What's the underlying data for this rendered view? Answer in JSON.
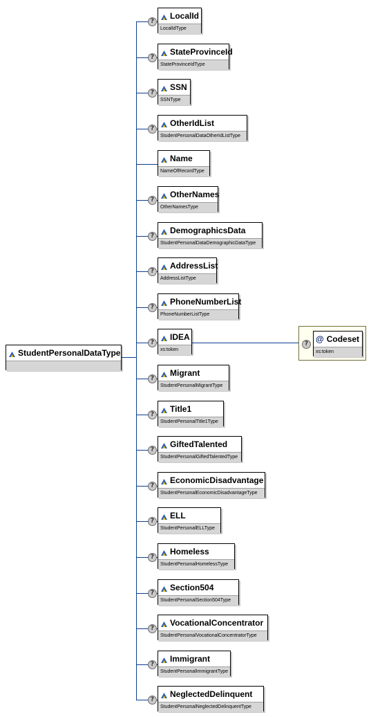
{
  "root": {
    "name": "StudentPersonalDataType"
  },
  "children": [
    {
      "name": "LocalId",
      "type": "LocalIdType",
      "optional": true
    },
    {
      "name": "StateProvinceId",
      "type": "StateProvinceIdType",
      "optional": true
    },
    {
      "name": "SSN",
      "type": "SSNType",
      "optional": true
    },
    {
      "name": "OtherIdList",
      "type": "StudentPersonalDataOtherIdListType",
      "optional": true
    },
    {
      "name": "Name",
      "type": "NameOfRecordType",
      "optional": false
    },
    {
      "name": "OtherNames",
      "type": "OtherNamesType",
      "optional": true
    },
    {
      "name": "DemographicsData",
      "type": "StudentPersonalDataDemographicDataType",
      "optional": true
    },
    {
      "name": "AddressList",
      "type": "AddressListType",
      "optional": true
    },
    {
      "name": "PhoneNumberList",
      "type": "PhoneNumberListType",
      "optional": true
    },
    {
      "name": "IDEA",
      "type": "xs:token",
      "optional": true
    },
    {
      "name": "Migrant",
      "type": "StudentPersonalMigrantType",
      "optional": true
    },
    {
      "name": "Title1",
      "type": "StudentPersonalTitle1Type",
      "optional": true
    },
    {
      "name": "GiftedTalented",
      "type": "StudentPersonalGiftedTalentedType",
      "optional": true
    },
    {
      "name": "EconomicDisadvantage",
      "type": "StudentPersonalEconomicDisadvantageType",
      "optional": true
    },
    {
      "name": "ELL",
      "type": "StudentPersonalELLType",
      "optional": true
    },
    {
      "name": "Homeless",
      "type": "StudentPersonalHomelessType",
      "optional": true
    },
    {
      "name": "Section504",
      "type": "StudentPersonalSection504Type",
      "optional": true
    },
    {
      "name": "VocationalConcentrator",
      "type": "StudentPersonalVocationalConcentratorType",
      "optional": true
    },
    {
      "name": "Immigrant",
      "type": "StudentPersonalImmigrantType",
      "optional": true
    },
    {
      "name": "NeglectedDelinquent",
      "type": "StudentPersonalNeglectedDelinquentType",
      "optional": true
    }
  ],
  "attribute": {
    "name": "Codeset",
    "type": "xs:token",
    "optional": true,
    "parent": "IDEA"
  },
  "optional_marker": "?",
  "attribute_marker": "@",
  "colors": {
    "connector": "#0b3d91",
    "type_band": "#d6d6d6",
    "attribute_frame": "#6f6f3a"
  }
}
